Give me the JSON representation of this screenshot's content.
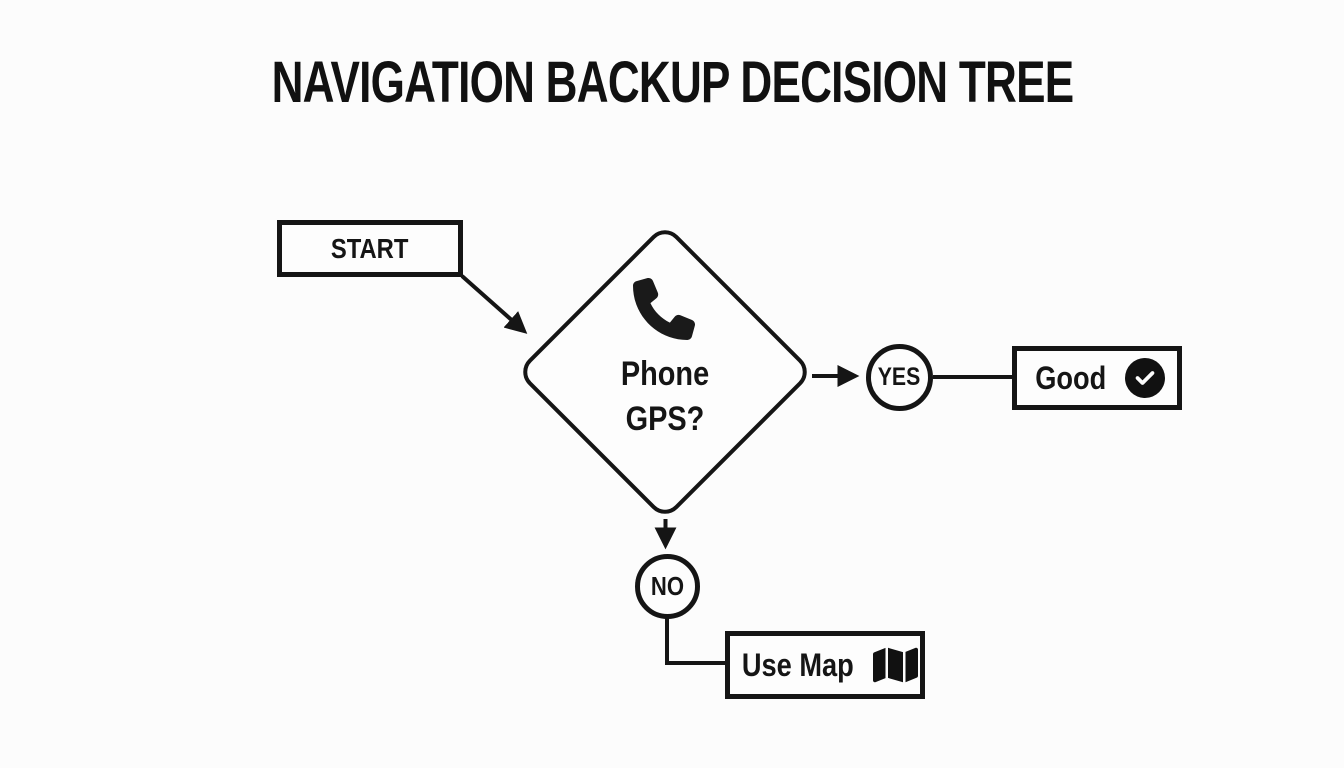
{
  "title": "NAVIGATION BACKUP DECISION TREE",
  "colors": {
    "ink": "#151515",
    "background": "#fcfcfc"
  },
  "flowchart": {
    "nodes": {
      "start": {
        "label": "START",
        "shape": "rectangle"
      },
      "decision": {
        "line1": "Phone",
        "line2": "GPS?",
        "icon": "phone-icon",
        "shape": "diamond"
      },
      "yes": {
        "label": "YES",
        "shape": "circle"
      },
      "good": {
        "label": "Good",
        "icon": "check-circle-icon",
        "shape": "rectangle"
      },
      "no": {
        "label": "NO",
        "shape": "circle"
      },
      "use_map": {
        "label": "Use Map",
        "icon": "map-icon",
        "shape": "rectangle"
      }
    },
    "edges": [
      {
        "from": "start",
        "to": "decision",
        "style": "arrow"
      },
      {
        "from": "decision",
        "to": "yes",
        "style": "arrow"
      },
      {
        "from": "yes",
        "to": "good",
        "style": "line"
      },
      {
        "from": "decision",
        "to": "no",
        "style": "arrow"
      },
      {
        "from": "no",
        "to": "use_map",
        "style": "elbow-line"
      }
    ]
  }
}
